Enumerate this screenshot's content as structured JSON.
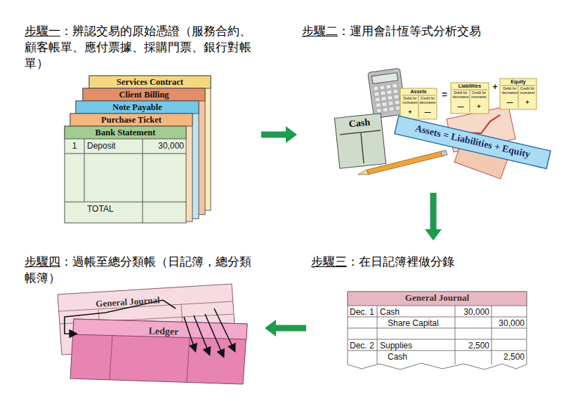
{
  "diagram": {
    "nodes": [
      {
        "text": [
          "步驟一",
          "：辨認交易的原始憑證（服務合約、顧客帳單、應付票據、採購門票、銀行對帳單）"
        ]
      },
      {
        "text": [
          "步驟二",
          "：運用會計恆等式分析交易"
        ]
      },
      {
        "text": [
          "步驟三",
          "：在日記簿裡做分錄"
        ]
      },
      {
        "text": [
          "步驟四",
          "：過帳至總分類帳（日記簿，總分類帳簿）"
        ]
      }
    ],
    "edges": [
      {
        "from": 0,
        "to": 1,
        "arrow": "to"
      },
      {
        "from": 1,
        "to": 2,
        "arrow": "to"
      },
      {
        "from": 2,
        "to": 3,
        "arrow": "to"
      }
    ],
    "labels": [
      "Services Contract",
      "Client Billing",
      "Note Payable",
      "Purchase Ticket",
      "Bank Statement",
      "1",
      "Deposit",
      "30,000",
      "TOTAL",
      "Cash",
      "Assets",
      "Debit for increases",
      "Credit for decreases",
      "+",
      "—",
      "=",
      "Liabilities",
      "Debit for decreases",
      "Credit for increases",
      "—",
      "+",
      "+",
      "Equity",
      "Debit for decreases",
      "Credit for increases",
      "—",
      "+",
      "Assets = Liabilities + Equity",
      "General Journal",
      "Dec. 1",
      "Cash",
      "30,000",
      "Share Capital",
      "30,000",
      "Dec. 2",
      "Supplies",
      "2,500",
      "Cash",
      "2,500",
      "General Journal",
      "Ledger"
    ]
  }
}
